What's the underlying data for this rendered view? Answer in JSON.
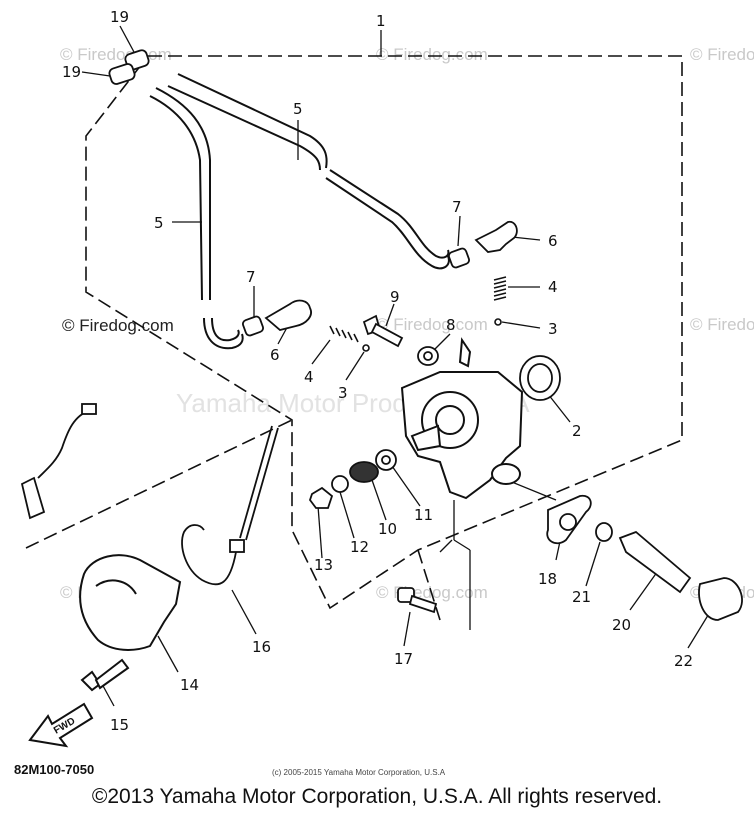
{
  "watermark": {
    "site": "© Firedog.com",
    "center": "Yamaha Motor Products U.S.A"
  },
  "callouts": [
    "19",
    "19",
    "1",
    "5",
    "5",
    "7",
    "7",
    "6",
    "6",
    "4",
    "4",
    "3",
    "3",
    "9",
    "8",
    "2",
    "11",
    "10",
    "12",
    "13",
    "18",
    "21",
    "20",
    "22",
    "17",
    "16",
    "14",
    "15"
  ],
  "fwd_label": "FWD",
  "part_code": "82M100-7050",
  "small_copyright": "(c) 2005-2015 Yamaha Motor Corporation, U.S.A",
  "copyright": "©2013 Yamaha Motor Corporation, U.S.A. All rights reserved."
}
